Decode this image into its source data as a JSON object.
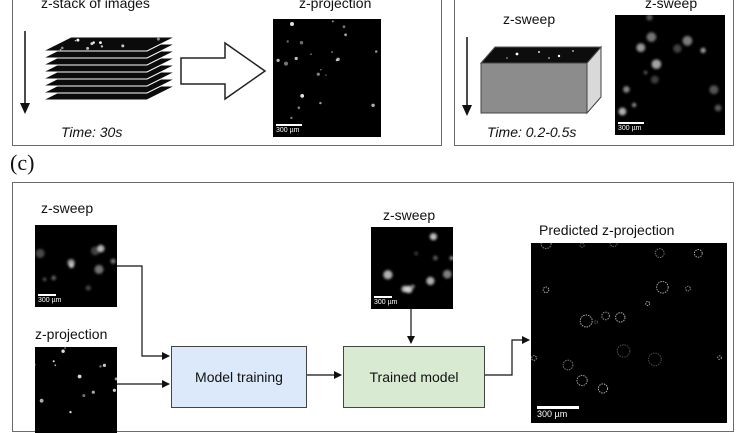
{
  "panel_a": {
    "stack_label": "z-stack of images",
    "projection_label": "z-projection",
    "time_label": "Time: 30s",
    "scale_label": "300 µm"
  },
  "panel_b": {
    "sweep_label": "z-sweep",
    "sweep_image_label": "z-sweep",
    "time_label": "Time: 0.2-0.5s",
    "scale_label": "300 µm"
  },
  "panel_c": {
    "caption": "(c)",
    "sweep_input_label": "z-sweep",
    "projection_input_label": "z-projection",
    "sweep_center_label": "z-sweep",
    "predicted_label": "Predicted z-projection",
    "training_label": "Model training",
    "trained_label": "Trained model",
    "scale_label_small": "300 µm",
    "scale_label_large": "300 µm"
  },
  "colors": {
    "training_box": "#dbe9fa",
    "trained_box": "#d9ead3",
    "panel_border": "#6b6b6b"
  }
}
